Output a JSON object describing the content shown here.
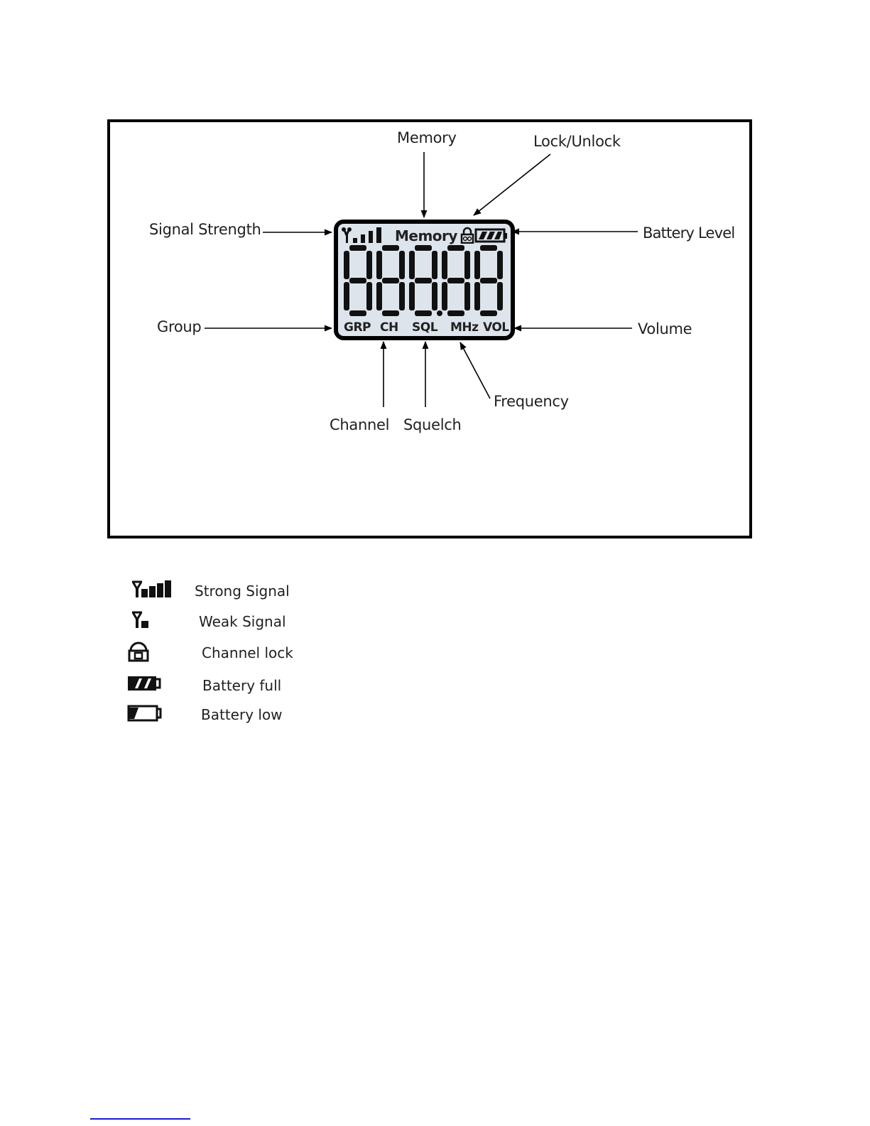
{
  "diagram": {
    "title": "LCD display indicator diagram",
    "callouts": {
      "memory": "Memory",
      "lock_unlock": "Lock/Unlock",
      "signal_strength": "Signal Strength",
      "battery_level": "Battery Level",
      "group": "Group",
      "volume": "Volume",
      "frequency": "Frequency",
      "channel": "Channel",
      "squelch": "Squelch"
    },
    "lcd": {
      "memory_text": "Memory",
      "digits": "888.88",
      "indicators": [
        "GRP",
        "CH",
        "SQL",
        "MHz",
        "VOL"
      ],
      "background_color": "#dde4ec"
    }
  },
  "legend": [
    {
      "icon": "strong-signal-icon",
      "label": "Strong Signal"
    },
    {
      "icon": "weak-signal-icon",
      "label": "Weak Signal"
    },
    {
      "icon": "channel-lock-icon",
      "label": "Channel lock"
    },
    {
      "icon": "battery-full-icon",
      "label": "Battery full"
    },
    {
      "icon": "battery-low-icon",
      "label": "Battery low"
    }
  ],
  "footnote_separator_color": "#1a1ad0"
}
